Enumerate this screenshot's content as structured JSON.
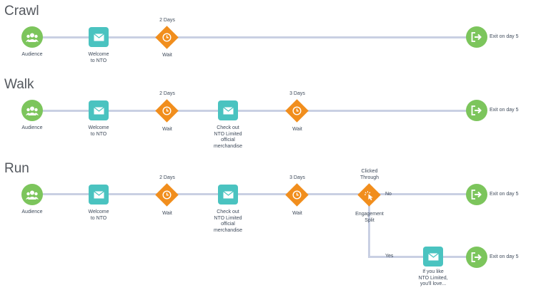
{
  "sections": [
    {
      "title": "Crawl"
    },
    {
      "title": "Walk"
    },
    {
      "title": "Run"
    }
  ],
  "labels": {
    "audience": "Audience",
    "welcome": "Welcome\nto NTO",
    "wait": "Wait",
    "two_days": "2 Days",
    "three_days": "3 Days",
    "check_out": "Check out\nNTO Limited\nofficial\nmerchandise",
    "exit": "Exit on day 5",
    "clicked_through": "Clicked\nThrough",
    "engagement_split": "Engagement\nSplit",
    "no": "No",
    "yes": "Yes",
    "if_you_like": "If you like\nNTO Limited,\nyou'll love..."
  },
  "colors": {
    "entry": "#7cc55c",
    "email": "#4ac3c0",
    "wait": "#f18e1d",
    "connector": "#c9d0e3"
  },
  "icons": {
    "entry": "group-icon",
    "email": "envelope-icon",
    "wait": "clock-icon",
    "split": "click-icon",
    "exit": "exit-icon"
  }
}
